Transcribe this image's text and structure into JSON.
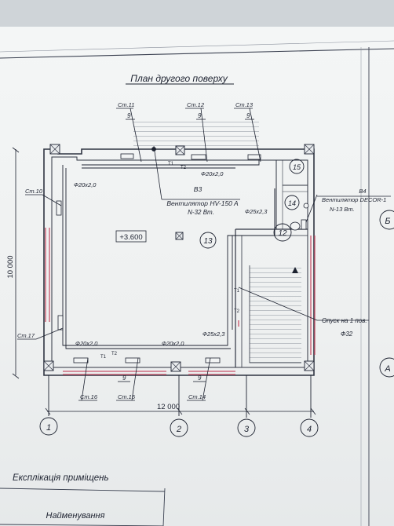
{
  "title": "План другого поверху",
  "areas": {
    "main_hall": "+3.600"
  },
  "room_numbers": [
    "13",
    "12",
    "14",
    "15"
  ],
  "ventilators": {
    "b3": {
      "tag": "В3",
      "model": "Вентилятор HV-150 A",
      "power": "N-32 Вт."
    },
    "b4": {
      "tag": "В4",
      "model": "Вентилятор DECOR-1",
      "power": "N-13 Вт."
    }
  },
  "pipes": {
    "p20_top": "Ф20х2,0",
    "p20_left": "Ф20х2,0",
    "p20_bottom_l": "Ф20х2,0",
    "p20_bottom_r": "Ф20х2,0",
    "p25_upper": "Ф25х2,3",
    "p25_lower": "Ф25х2,3",
    "p32": "Ф32"
  },
  "risers": {
    "st11": "Ст.11",
    "st12": "Ст.12",
    "st13": "Ст.13",
    "st10": "Ст.10",
    "st17": "Ст.17",
    "st16": "Ст.16",
    "st15": "Ст.15",
    "st14": "Ст.14"
  },
  "flow_num": "9",
  "line_codes": {
    "t1": "Т1",
    "t2": "Т2"
  },
  "descent_note": "Опуск на 1 пов.",
  "dimensions": {
    "width": "12 000",
    "height": "10 000"
  },
  "axes": {
    "a1": "1",
    "a2": "2",
    "a3": "3",
    "a4": "4",
    "right_b": "Б",
    "right_a": "А"
  },
  "legend": {
    "title": "Експлікація приміщень",
    "column_name": "Найменування"
  },
  "colors": {
    "line": "#1d2230",
    "wall": "#3a3f4b",
    "window": "#c9536a",
    "paper": "#f2f4f4"
  }
}
